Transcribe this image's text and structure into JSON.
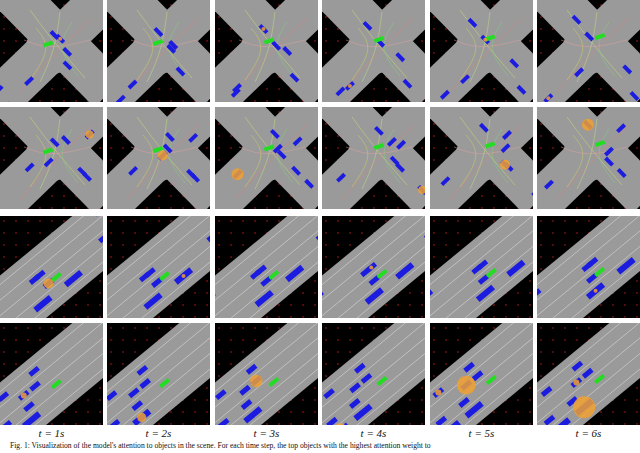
{
  "diagram": {
    "caption": "Fig. 1: Visualization of the model's attention to objects in the scene. For each time step, the top objects with the highest attention weight to",
    "labels": [
      "t = 1s",
      "t = 2s",
      "t = 3s",
      "t = 4s",
      "t = 5s",
      "t = 6s"
    ]
  }
}
